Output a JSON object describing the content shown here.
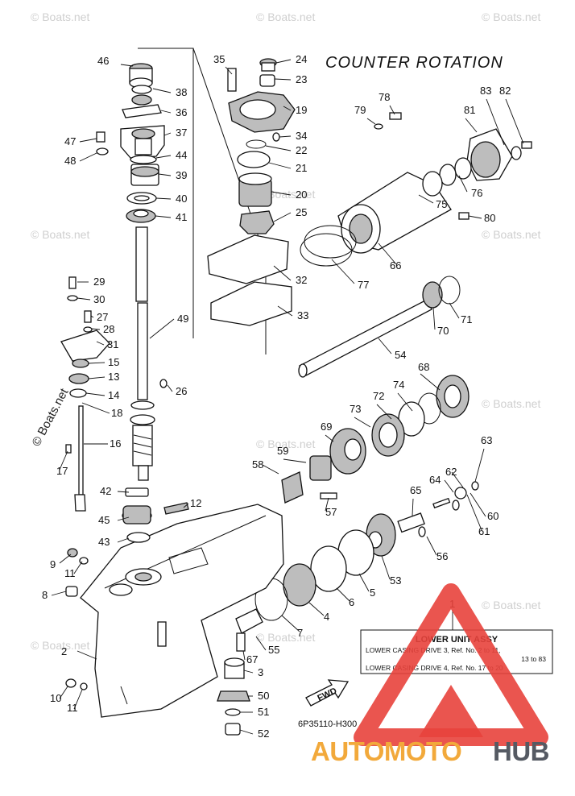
{
  "heading": "COUNTER ROTATION",
  "watermark": "© Boats.net",
  "code": "6P35110-H300",
  "fwd": "FWD",
  "brand": {
    "left": "AUTOMOTO",
    "right": "HUB",
    "accent": "#e8423c",
    "orange": "#f2a93b",
    "dark": "#555a63"
  },
  "table": {
    "ref": "1",
    "title": "LOWER UNIT ASSY",
    "rows": [
      "LOWER CASING DRIVE 3,  Ref. No. 2 to 11,",
      "13 to 83",
      "LOWER CASING DRIVE 4,  Ref. No. 17 to 20"
    ]
  },
  "callouts": [
    "46",
    "38",
    "36",
    "37",
    "44",
    "39",
    "40",
    "41",
    "47",
    "48",
    "35",
    "24",
    "23",
    "19",
    "34",
    "22",
    "21",
    "20",
    "25",
    "32",
    "33",
    "78",
    "79",
    "81",
    "83",
    "82",
    "75",
    "76",
    "80",
    "66",
    "77",
    "71",
    "70",
    "54",
    "68",
    "74",
    "72",
    "73",
    "69",
    "59",
    "58",
    "57",
    "63",
    "62",
    "64",
    "65",
    "60",
    "61",
    "56",
    "53",
    "5",
    "6",
    "4",
    "7",
    "29",
    "30",
    "27",
    "28",
    "31",
    "15",
    "13",
    "14",
    "18",
    "16",
    "17",
    "49",
    "26",
    "42",
    "12",
    "45",
    "43",
    "9",
    "11",
    "8",
    "2",
    "55",
    "67",
    "3",
    "50",
    "51",
    "52",
    "10",
    "11"
  ]
}
